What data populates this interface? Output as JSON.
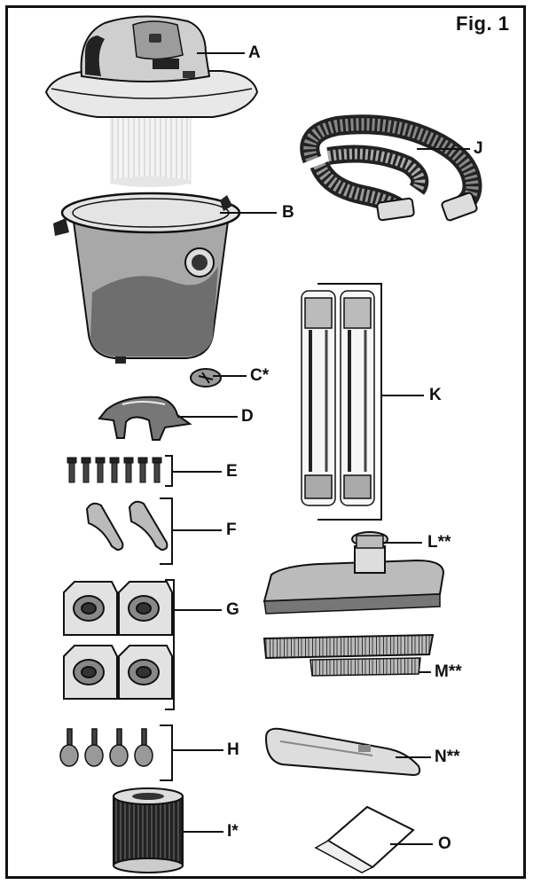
{
  "figure": {
    "title": "Fig. 1"
  },
  "labels": {
    "A": "A",
    "B": "B",
    "C": "C*",
    "D": "D",
    "E": "E",
    "F": "F",
    "G": "G",
    "H": "H",
    "I": "I*",
    "J": "J",
    "K": "K",
    "L": "L**",
    "M": "M**",
    "N": "N**",
    "O": "O"
  },
  "colors": {
    "ink": "#111111",
    "gray_light": "#d8d8d8",
    "gray_mid": "#a8a8a8",
    "gray_dark": "#555555"
  }
}
